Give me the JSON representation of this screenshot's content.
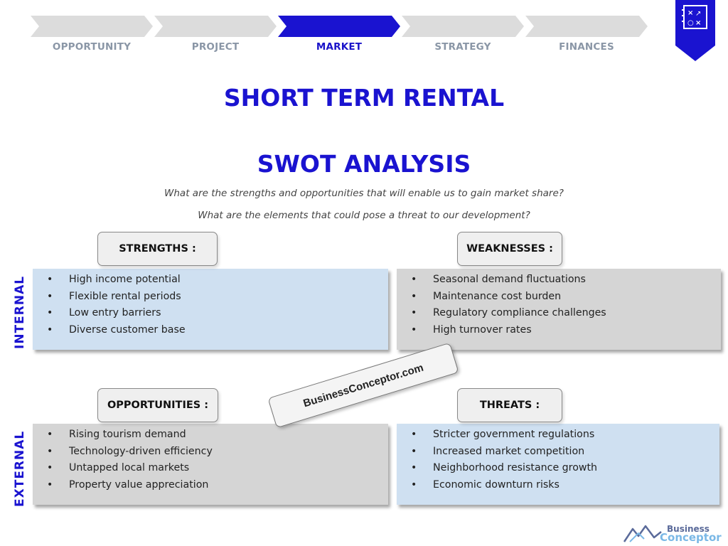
{
  "nav": {
    "steps": [
      {
        "label": "OPPORTUNITY",
        "active": false
      },
      {
        "label": "PROJECT",
        "active": false
      },
      {
        "label": "MARKET",
        "active": true
      },
      {
        "label": "STRATEGY",
        "active": false
      },
      {
        "label": "FINANCES",
        "active": false
      }
    ],
    "colors": {
      "active": "#1a13c9",
      "inactive": "#dcdcdc",
      "inactive_text": "#8a96a6"
    },
    "badge_icon": "strategy-board-icon"
  },
  "page": {
    "title": "SHORT TERM RENTAL",
    "section_title": "SWOT ANALYSIS",
    "question_1": "What are the strengths and opportunities that will enable us to gain market share?",
    "question_2": "What are the elements that could pose a threat to our development?"
  },
  "axes": {
    "internal": "INTERNAL",
    "external": "EXTERNAL"
  },
  "swot": {
    "strengths": {
      "header": "STRENGTHS :",
      "items": [
        "High income potential",
        "Flexible rental periods",
        "Low entry barriers",
        "Diverse customer base"
      ]
    },
    "weaknesses": {
      "header": "WEAKNESSES :",
      "items": [
        "Seasonal demand fluctuations",
        "Maintenance cost burden",
        "Regulatory compliance challenges",
        "High turnover rates"
      ]
    },
    "opportunities": {
      "header": "OPPORTUNITIES :",
      "items": [
        "Rising tourism demand",
        "Technology-driven efficiency",
        "Untapped local markets",
        "Property value appreciation"
      ]
    },
    "threats": {
      "header": "THREATS :",
      "items": [
        "Stricter government regulations",
        "Increased market competition",
        "Neighborhood resistance growth",
        "Economic downturn risks"
      ]
    }
  },
  "watermark": "BusinessConceptor.com",
  "logo": {
    "line1": "Business",
    "line2": "Conceptor"
  },
  "colors": {
    "accent_blue": "#1a13d0",
    "box_blue": "#cfe0f1",
    "box_grey": "#d5d5d5"
  }
}
